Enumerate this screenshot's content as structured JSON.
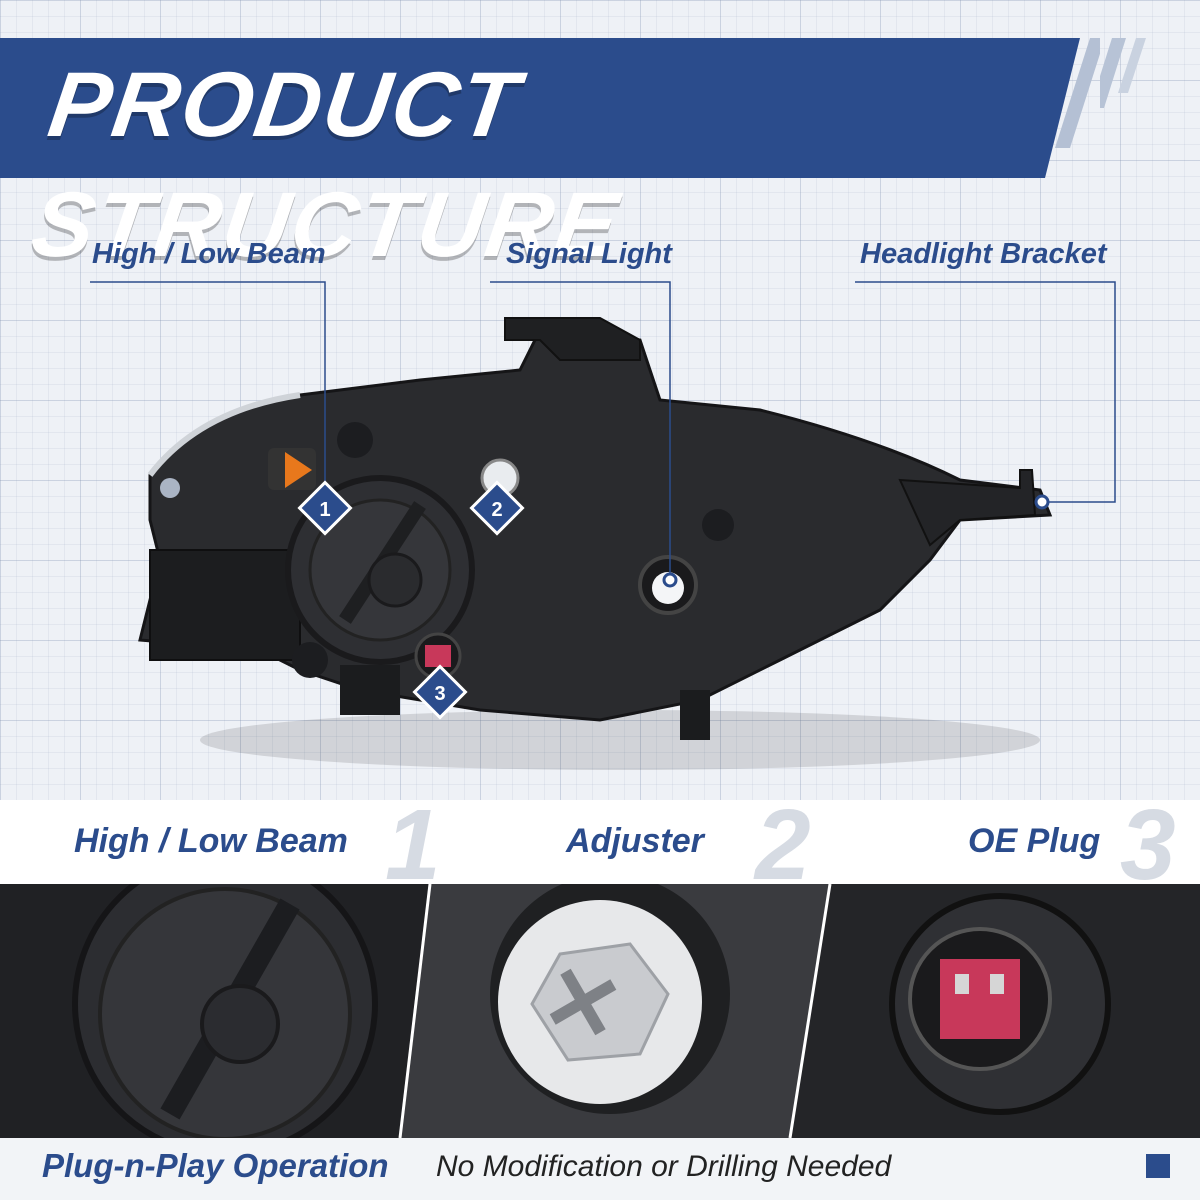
{
  "banner": {
    "title": "PRODUCT STRUCTURE"
  },
  "callouts": [
    {
      "label": "High / Low Beam",
      "number": "1"
    },
    {
      "label": "Signal Light",
      "number": "2"
    },
    {
      "label": "Headlight Bracket",
      "number": "3"
    }
  ],
  "features": [
    {
      "label": "High / Low Beam",
      "number": "1"
    },
    {
      "label": "Adjuster",
      "number": "2"
    },
    {
      "label": "OE Plug",
      "number": "3"
    }
  ],
  "footer": {
    "main": "Plug-n-Play Operation",
    "sub": "No Modification or Drilling Needed"
  },
  "colors": {
    "brand": "#2b4c8c",
    "accent_connector": "#c8385a",
    "signal_amber": "#e8781c"
  }
}
